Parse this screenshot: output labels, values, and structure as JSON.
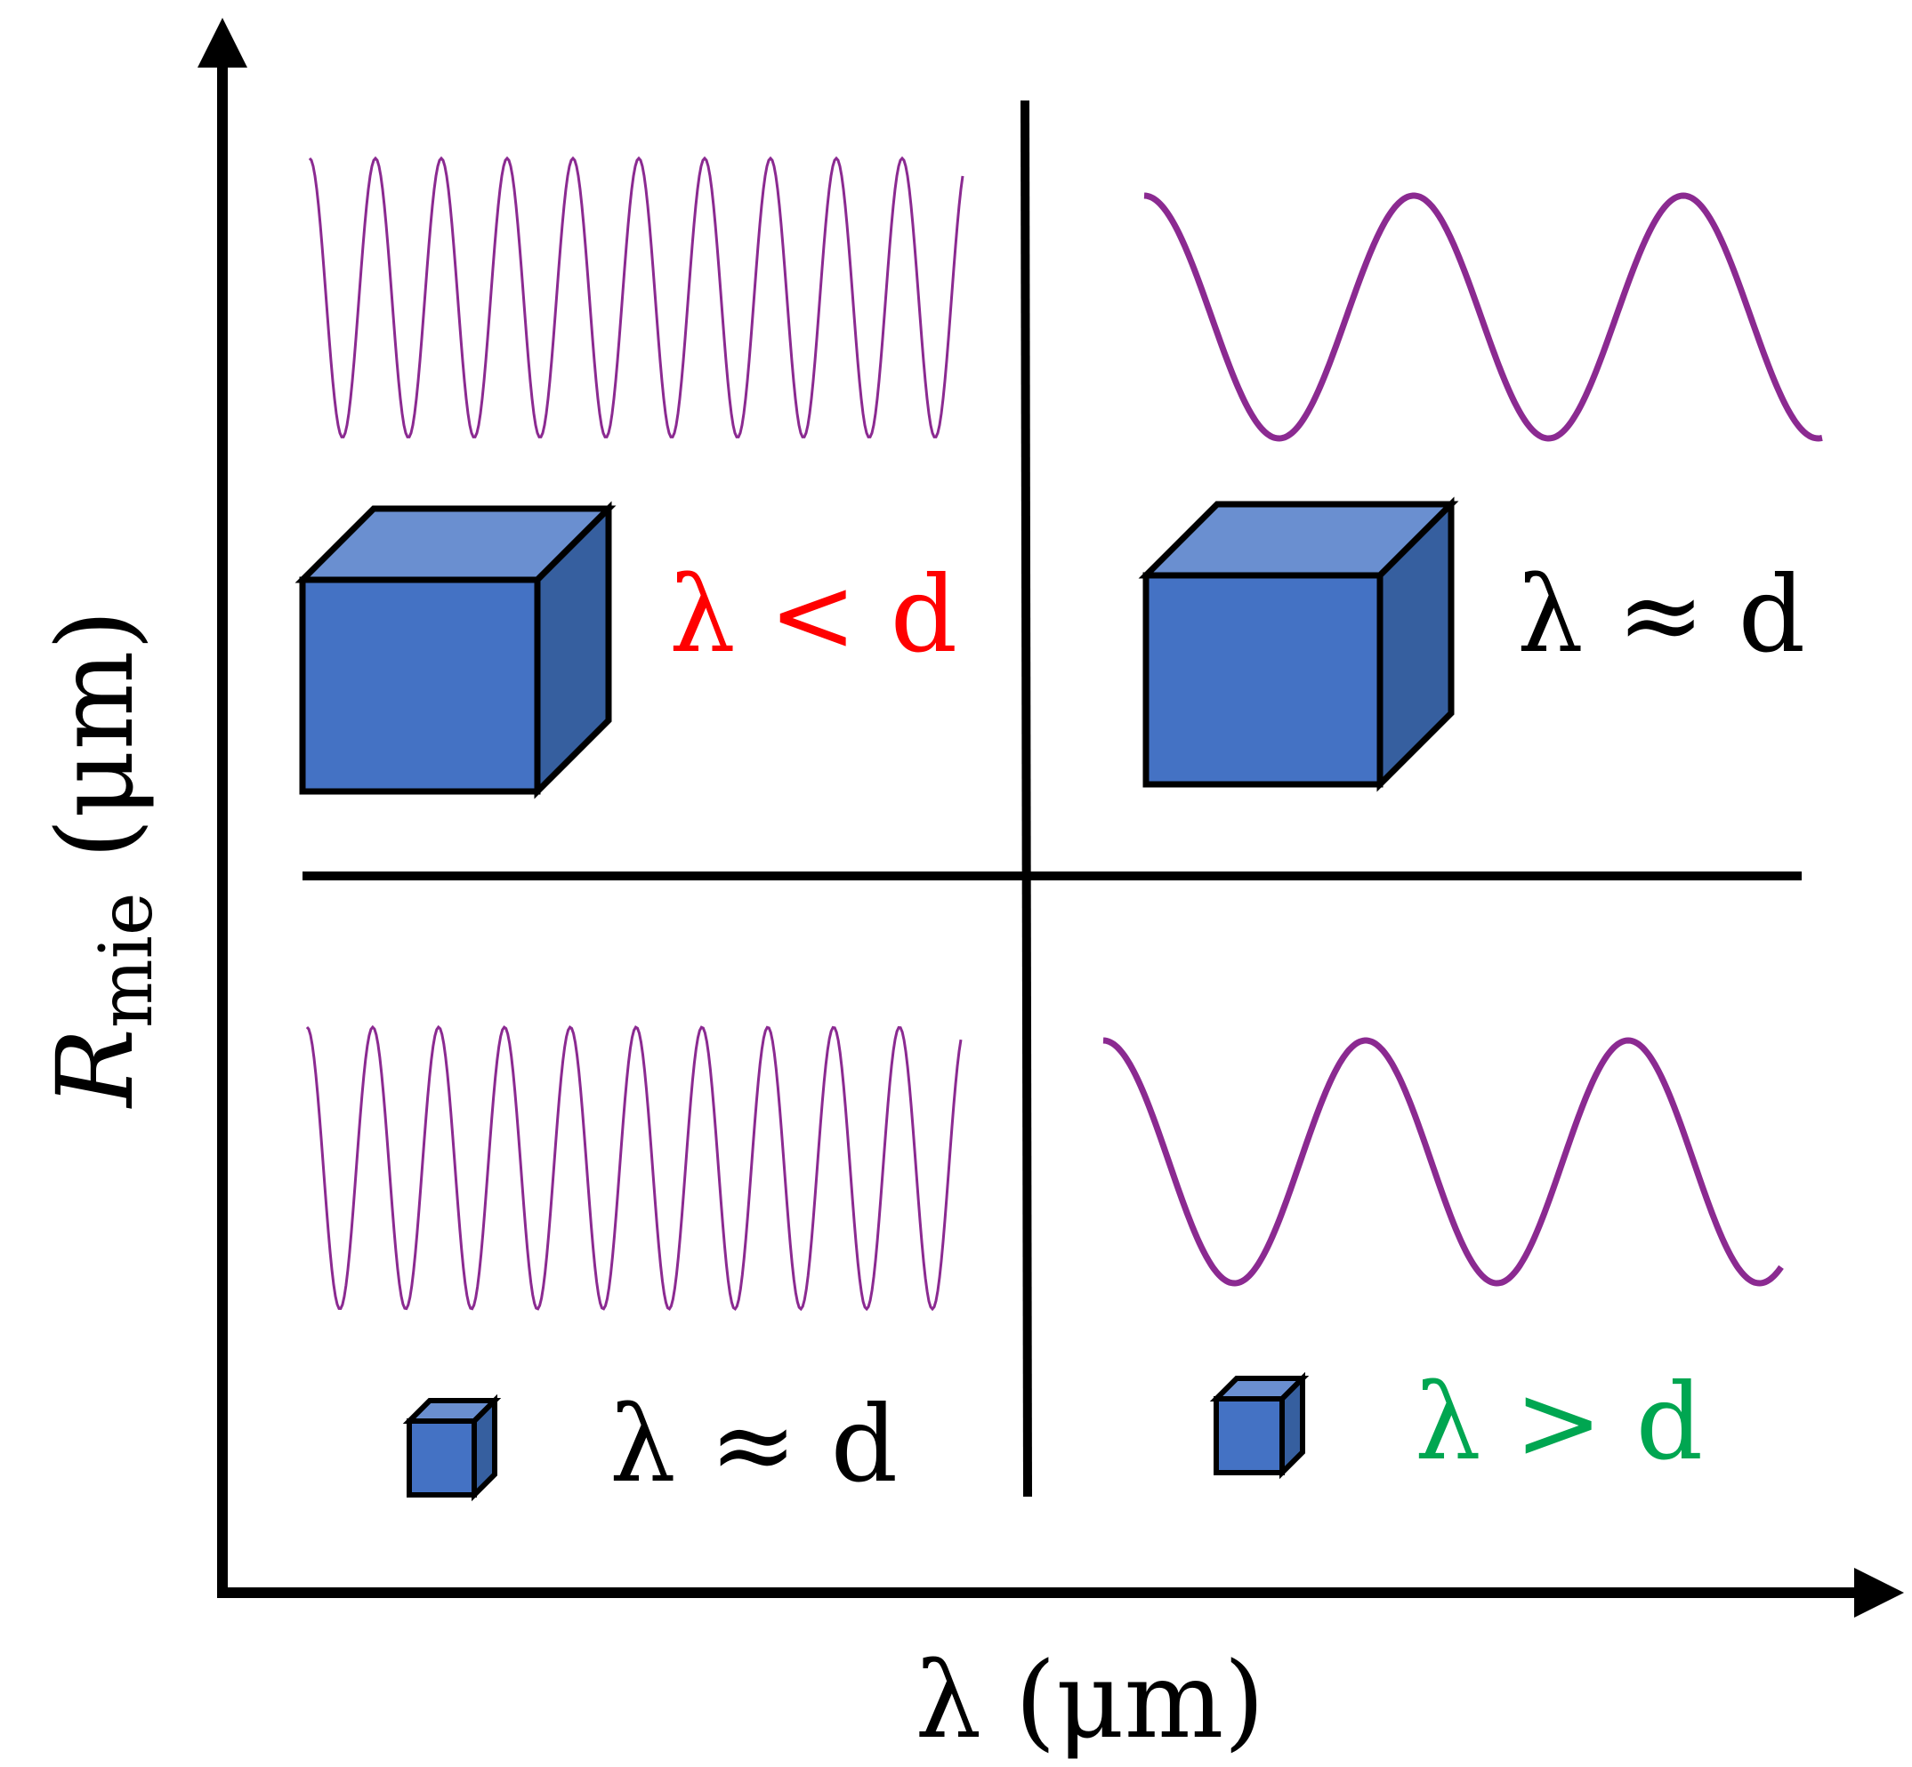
{
  "axes": {
    "x_label": "λ (μm)",
    "y_label_main": "R",
    "y_label_sub": "mie",
    "y_label_unit": " (μm)"
  },
  "quadrants": {
    "top_left": {
      "label": "λ < d",
      "color": "#ff0000"
    },
    "top_right": {
      "label": "λ ≈ d",
      "color": "#000000"
    },
    "bottom_left": {
      "label": "λ ≈ d",
      "color": "#000000"
    },
    "bottom_right": {
      "label": "λ > d",
      "color": "#00a651"
    }
  },
  "colors": {
    "wave": "#8b2a91",
    "cube_front": "#4472c4",
    "cube_top": "#6a8fd0",
    "cube_side": "#365f9f",
    "axis": "#000000"
  }
}
